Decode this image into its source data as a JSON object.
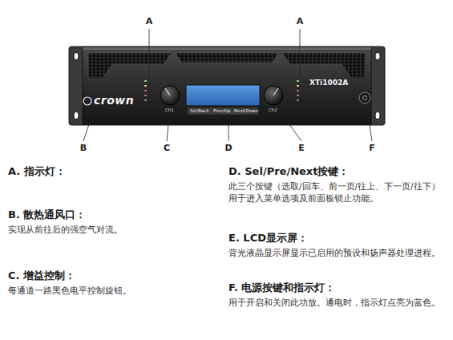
{
  "diagram": {
    "labels": [
      "A",
      "A",
      "B",
      "C",
      "D",
      "E",
      "F",
      "crown",
      "XTi1002A",
      "Ch1",
      "Ch2",
      "Sel/Back",
      "Prev/Up",
      "Next/Down",
      "A. 指示灯：",
      "D. Sel/Pre/Next按键：",
      "此三个按键（选取/回车、前一页/往上、下一页/往下）用于进入菜单选项及前面板锁止功能。",
      "B. 散热通风口：",
      "实现从前往后的强空气对流。",
      "E. LCD显示屏：",
      "背光液晶显示屏显示已启用的预设和扬声器处理进程。",
      "C. 增益控制：",
      "每通道一路黑色电平控制旋钮。",
      "F. 电源按键和指示灯：",
      "用于开启和关闭此功放。通电时，指示灯点亮为蓝色。"
    ]
  }
}
